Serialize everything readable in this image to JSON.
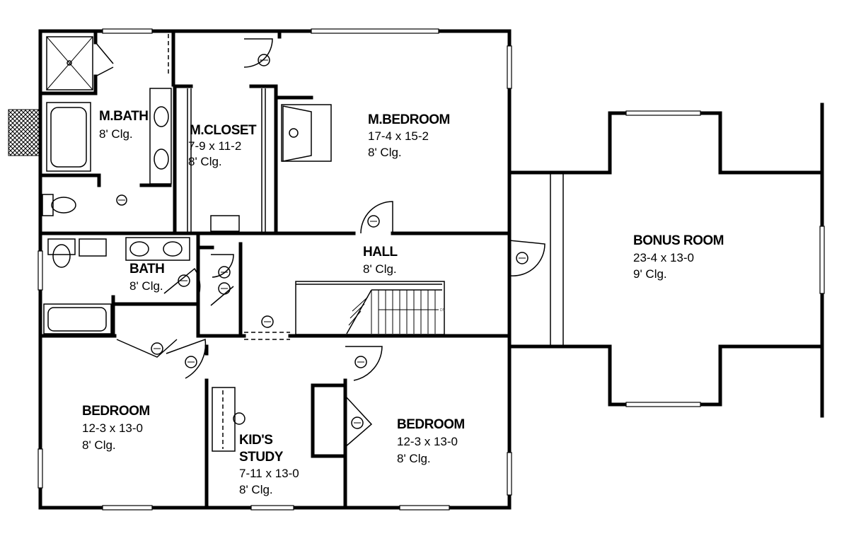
{
  "rooms": [
    {
      "id": "m-bath",
      "name": "M.BATH",
      "size": "",
      "ceiling": "8' Clg."
    },
    {
      "id": "m-closet",
      "name": "M.CLOSET",
      "size": "7-9 x 11-2",
      "ceiling": "8' Clg."
    },
    {
      "id": "m-bedroom",
      "name": "M.BEDROOM",
      "size": "17-4 x 15-2",
      "ceiling": "8' Clg."
    },
    {
      "id": "bonus",
      "name": "BONUS ROOM",
      "size": "23-4 x 13-0",
      "ceiling": "9' Clg."
    },
    {
      "id": "hall",
      "name": "HALL",
      "size": "",
      "ceiling": "8' Clg."
    },
    {
      "id": "bath",
      "name": "BATH",
      "size": "",
      "ceiling": "8' Clg."
    },
    {
      "id": "bedroom-left",
      "name": "BEDROOM",
      "size": "12-3 x 13-0",
      "ceiling": "8' Clg."
    },
    {
      "id": "kids-study",
      "name": "KID'S",
      "name2": "STUDY",
      "size": "7-11 x 13-0",
      "ceiling": "8' Clg."
    },
    {
      "id": "bedroom-right",
      "name": "BEDROOM",
      "size": "12-3 x 13-0",
      "ceiling": "8' Clg."
    }
  ],
  "stair_note": "DN"
}
